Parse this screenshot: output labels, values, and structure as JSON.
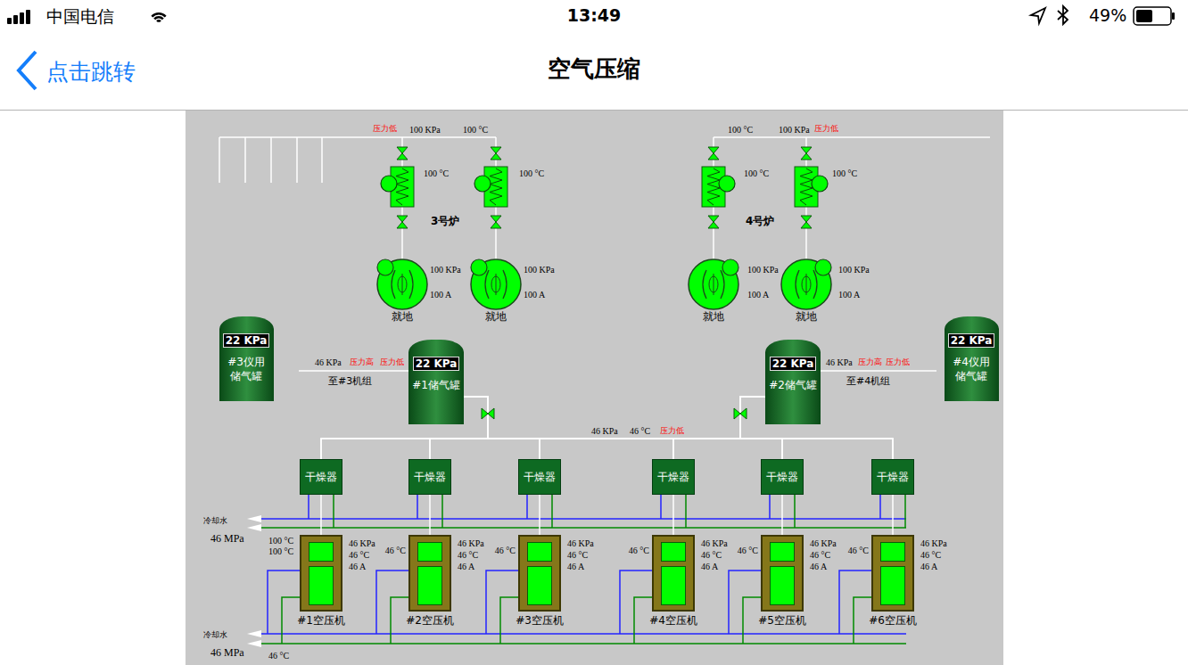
{
  "diagram": {
    "title": "空气压缩",
    "nodes": [
      {
        "text": [
          "就地"
        ]
      },
      {
        "text": [
          "就地"
        ]
      },
      {
        "text": [
          "就地"
        ]
      },
      {
        "text": [
          "就地"
        ]
      },
      {
        "text": [
          "22 KPa",
          "#3仪用储气罐"
        ]
      },
      {
        "text": [
          "22 KPa",
          "#1储气罐"
        ]
      },
      {
        "text": [
          "22 KPa",
          "#2储气罐"
        ]
      },
      {
        "text": [
          "22 KPa",
          "#4仪用储气罐"
        ]
      },
      {
        "text": [
          "干燥器"
        ]
      },
      {
        "text": [
          "干燥器"
        ]
      },
      {
        "text": [
          "干燥器"
        ]
      },
      {
        "text": [
          "干燥器"
        ]
      },
      {
        "text": [
          "干燥器"
        ]
      },
      {
        "text": [
          "干燥器"
        ]
      },
      {
        "text": [
          "#1空压机"
        ]
      },
      {
        "text": [
          "#2空压机"
        ]
      },
      {
        "text": [
          "#3空压机"
        ]
      },
      {
        "text": [
          "#4空压机"
        ]
      },
      {
        "text": [
          "#5空压机"
        ]
      },
      {
        "text": [
          "#6空压机"
        ]
      }
    ],
    "edges": [
      {
        "from": 14,
        "to": 8,
        "arrow": "none"
      },
      {
        "from": 15,
        "to": 9,
        "arrow": "none"
      },
      {
        "from": 16,
        "to": 10,
        "arrow": "none"
      },
      {
        "from": 17,
        "to": 11,
        "arrow": "none"
      },
      {
        "from": 18,
        "to": 12,
        "arrow": "none"
      },
      {
        "from": 19,
        "to": 13,
        "arrow": "none"
      },
      {
        "from": 8,
        "to": 5,
        "arrow": "none"
      },
      {
        "from": 8,
        "to": 6,
        "arrow": "none"
      },
      {
        "from": 9,
        "to": 5,
        "arrow": "none"
      },
      {
        "from": 9,
        "to": 6,
        "arrow": "none"
      },
      {
        "from": 10,
        "to": 5,
        "arrow": "none"
      },
      {
        "from": 10,
        "to": 6,
        "arrow": "none"
      },
      {
        "from": 11,
        "to": 5,
        "arrow": "none"
      },
      {
        "from": 11,
        "to": 6,
        "arrow": "none"
      },
      {
        "from": 12,
        "to": 5,
        "arrow": "none"
      },
      {
        "from": 12,
        "to": 6,
        "arrow": "none"
      },
      {
        "from": 13,
        "to": 5,
        "arrow": "none"
      },
      {
        "from": 13,
        "to": 6,
        "arrow": "none"
      }
    ],
    "labels": [
      "中国电信",
      "13:49",
      "49%",
      "点击跳转",
      "压力低",
      "100 KPa",
      "100 °C",
      "100 °C",
      "100 °C",
      "3号炉",
      "100 KPa",
      "100 A",
      "100 KPa",
      "100 A",
      "100 °C",
      "100 KPa",
      "压力低",
      "100 °C",
      "100 °C",
      "4号炉",
      "100 KPa",
      "100 A",
      "100 KPa",
      "100 A",
      "46 KPa",
      "压力高",
      "压力低",
      "至#3机组",
      "46 KPa",
      "压力高",
      "压力低",
      "至#4机组",
      "46 KPa",
      "46 °C",
      "压力低",
      "冷却水",
      "46 MPa",
      "100 °C",
      "100 °C",
      "46 KPa",
      "46 °C",
      "46 A",
      "46 °C",
      "46 KPa",
      "46 °C",
      "46 A",
      "46 °C",
      "46 KPa",
      "46 °C",
      "46 A",
      "46 °C",
      "46 KPa",
      "46 °C",
      "46 A",
      "46 °C",
      "46 KPa",
      "46 °C",
      "46 A",
      "46 °C",
      "46 KPa",
      "46 °C",
      "46 A",
      "冷却水",
      "46 MPa",
      "46 °C"
    ]
  }
}
